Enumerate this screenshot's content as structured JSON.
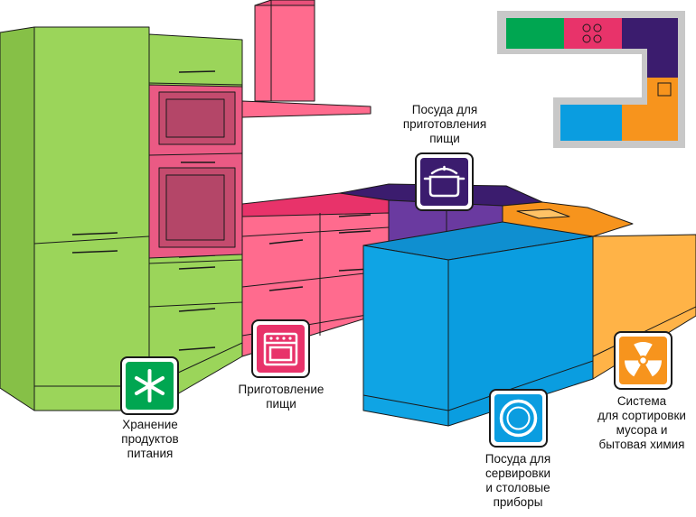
{
  "zones": {
    "storage": {
      "label": "Хранение\nпродуктов\nпитания",
      "icon": "snowflake-icon",
      "color": "#00a651"
    },
    "cooking": {
      "label": "Приготовление\nпищи",
      "icon": "oven-icon",
      "color": "#e8336a"
    },
    "cookware": {
      "label": "Посуда для\nприготовления\nпищи",
      "icon": "pot-icon",
      "color": "#3b1c6e"
    },
    "tableware": {
      "label": "Посуда для\nсервировки\nи столовые\nприборы",
      "icon": "plate-icon",
      "color": "#0a9de0"
    },
    "waste": {
      "label": "Система\nдля сортировки\nмусора и\nбытовая химия",
      "icon": "radiation-icon",
      "color": "#f7941d"
    }
  },
  "colors": {
    "green": "#9bd55a",
    "pink": "#ff6b8e",
    "purple": "#5a2c8c",
    "blue": "#0fa4e4",
    "orange": "#ffb347",
    "outline": "#1a1a1a"
  }
}
